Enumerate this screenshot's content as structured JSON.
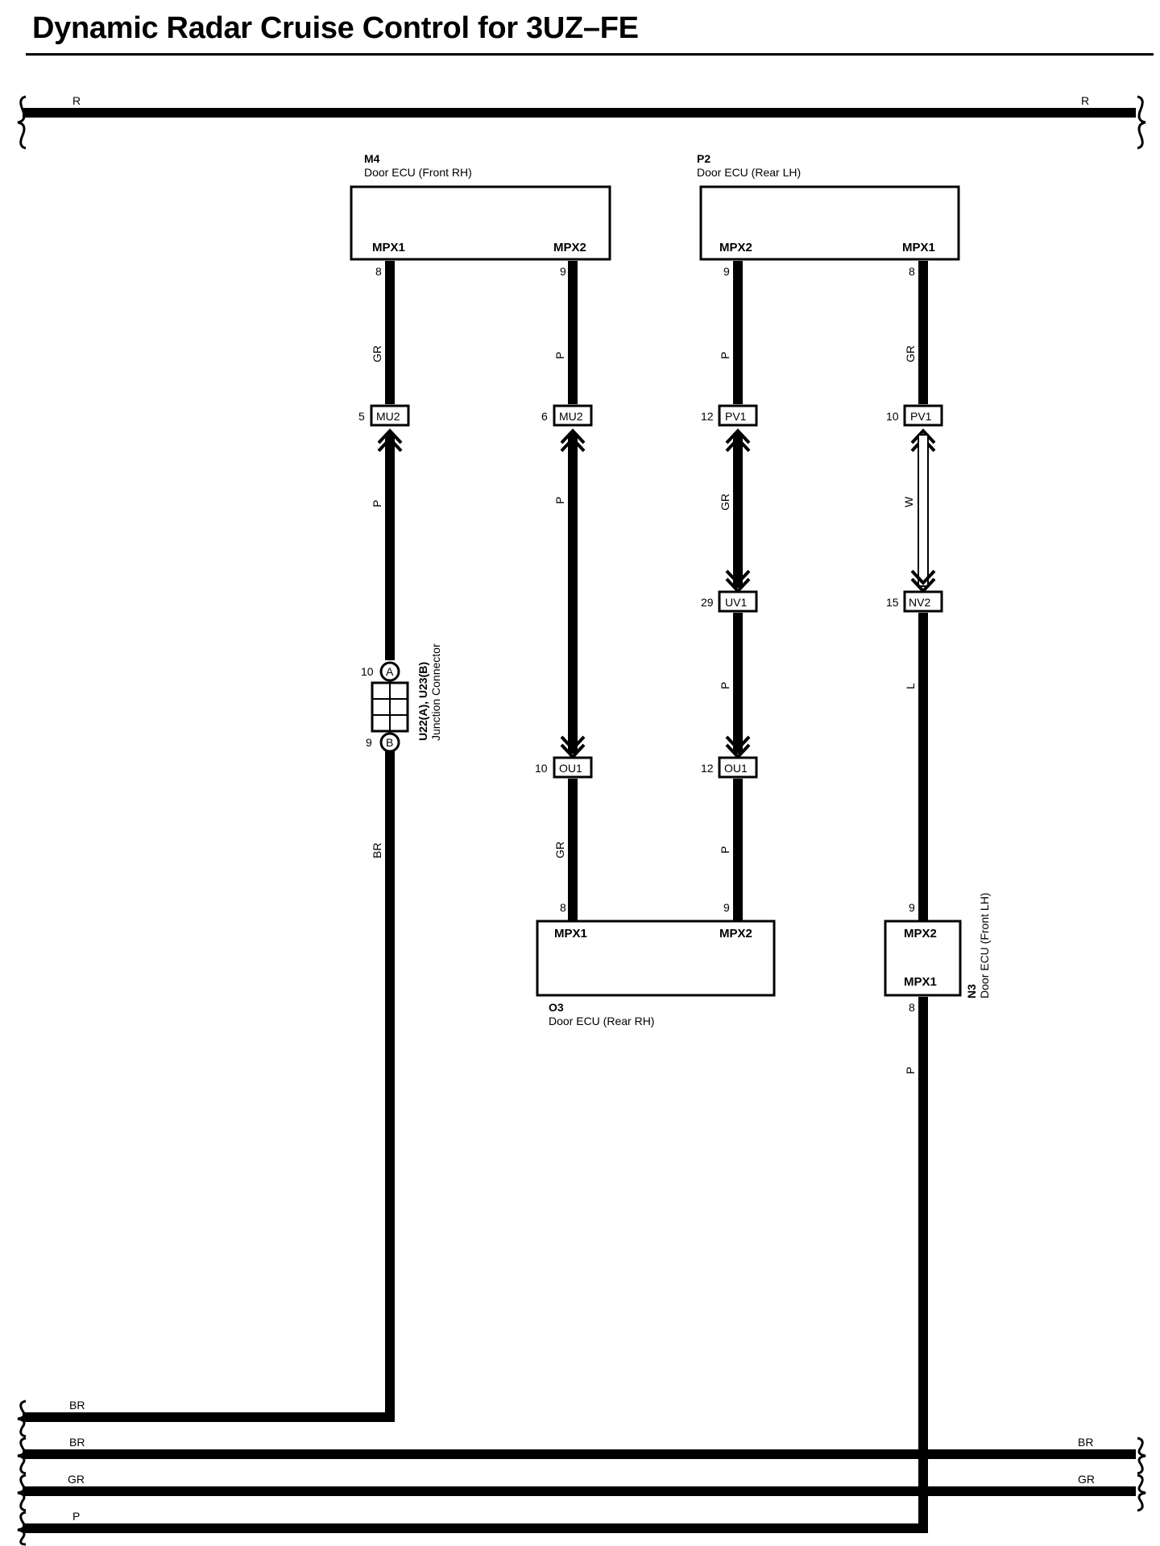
{
  "title": "Dynamic Radar Cruise Control for 3UZ–FE",
  "bus_top": {
    "left_label": "R",
    "right_label": "R"
  },
  "components": {
    "m4": {
      "id": "M4",
      "name": "Door ECU (Front RH)",
      "pin_left": "MPX1",
      "pin_right": "MPX2"
    },
    "p2": {
      "id": "P2",
      "name": "Door ECU (Rear LH)",
      "pin_left": "MPX2",
      "pin_right": "MPX1"
    },
    "o3": {
      "id": "O3",
      "name": "Door ECU (Rear RH)",
      "pin_left": "MPX1",
      "pin_right": "MPX2"
    },
    "n3": {
      "id": "N3",
      "name": "Door ECU (Front LH)",
      "pin_top": "MPX2",
      "pin_bottom": "MPX1"
    },
    "junction": {
      "ids": "U22(A), U23(B)",
      "name": "Junction Connector",
      "pin_a": "10",
      "letter_a": "A",
      "pin_b": "9",
      "letter_b": "B"
    }
  },
  "wire1": {
    "pin_m4": "8",
    "color_upper": "GR",
    "conn": "MU2",
    "conn_pin": "5",
    "color_mid": "P",
    "color_lower": "BR"
  },
  "wire2": {
    "pin_m4": "9",
    "color_upper": "P",
    "conn_top": "MU2",
    "conn_top_pin": "6",
    "color_mid": "P",
    "conn_bot": "OU1",
    "conn_bot_pin": "10",
    "color_lower": "GR",
    "pin_o3": "8"
  },
  "wire3": {
    "pin_p2": "9",
    "color_upper": "P",
    "conn1": "PV1",
    "conn1_pin": "12",
    "color_mid1": "GR",
    "conn2": "UV1",
    "conn2_pin": "29",
    "color_mid2": "P",
    "conn3": "OU1",
    "conn3_pin": "12",
    "color_lower": "P",
    "pin_o3": "9"
  },
  "wire4": {
    "pin_p2": "8",
    "color_upper": "GR",
    "conn1": "PV1",
    "conn1_pin": "10",
    "color_mid": "W",
    "conn2": "NV2",
    "conn2_pin": "15",
    "color_lower": "L",
    "pin_n3_top": "9",
    "pin_n3_bot": "8",
    "color_bottom": "P"
  },
  "bus_bottom": [
    {
      "left_label": "BR",
      "right_label": ""
    },
    {
      "left_label": "BR",
      "right_label": "BR"
    },
    {
      "left_label": "GR",
      "right_label": "GR"
    },
    {
      "left_label": "P",
      "right_label": ""
    }
  ],
  "colors": {
    "line": "#000000",
    "background": "#ffffff"
  }
}
